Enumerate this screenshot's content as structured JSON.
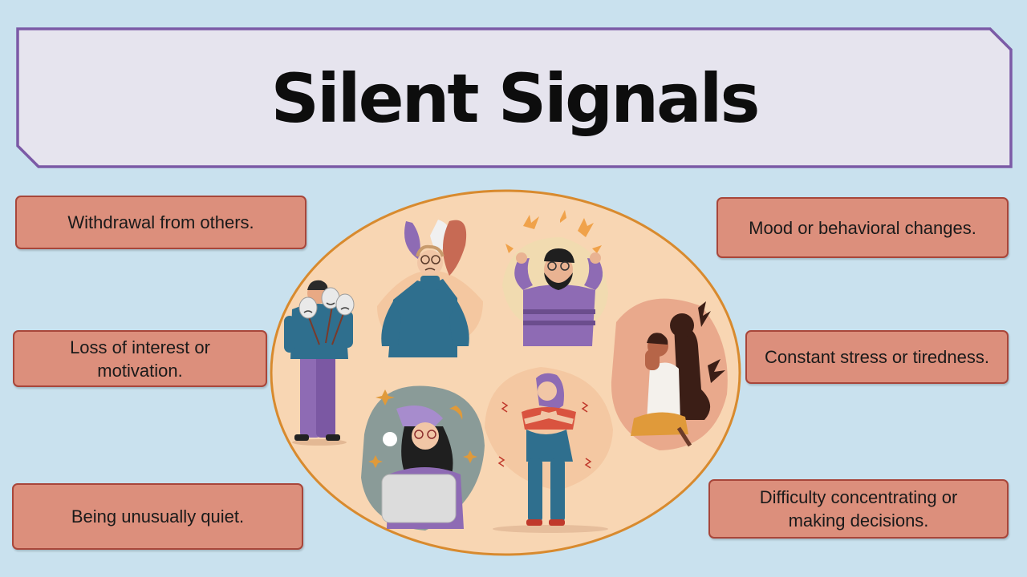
{
  "title": "Silent Signals",
  "signals": {
    "left": [
      "Withdrawal from others.",
      "Loss of interest or motivation.",
      "Being unusually quiet."
    ],
    "right": [
      "Mood or behavioral changes.",
      "Constant stress or tiredness.",
      "Difficulty concentrating or making decisions."
    ]
  },
  "colors": {
    "background": "#c9e1ee",
    "banner_fill": "#e6e4ee",
    "banner_border": "#7b5aa6",
    "card_fill": "#dc8f7c",
    "card_border": "#a8463a",
    "oval_fill": "#f8d6b3",
    "oval_border": "#d88a2e"
  }
}
